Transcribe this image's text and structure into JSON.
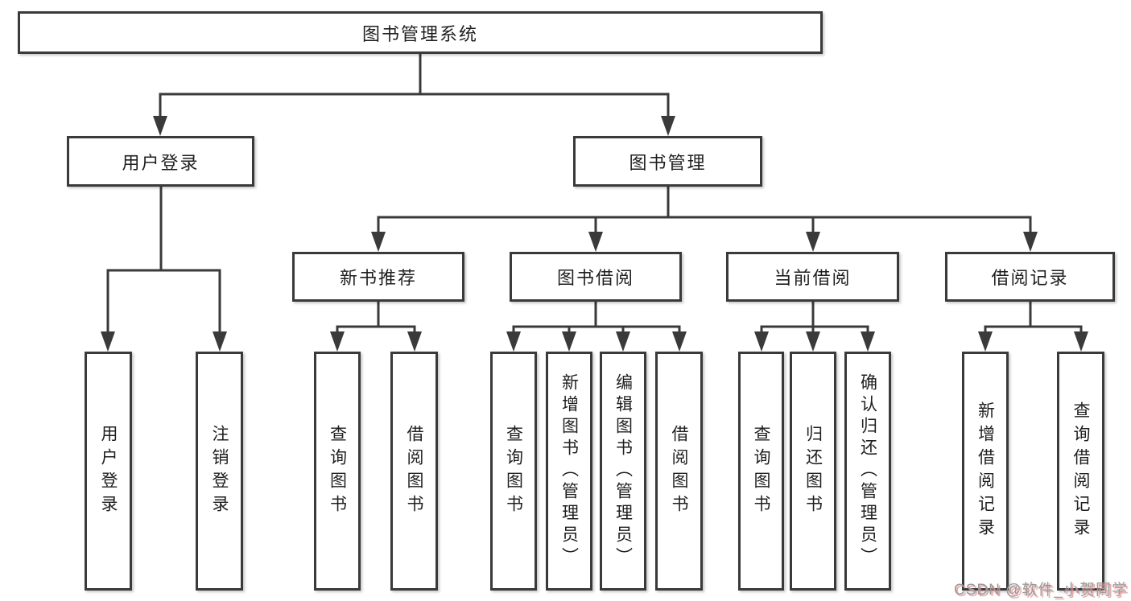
{
  "colors": {
    "line": "#3a3a3a",
    "box_border": "#3a3a3a",
    "text": "#1f1f1f",
    "background": "#ffffff",
    "watermark_text": "#9b9b9b",
    "watermark_shadow": "#e08f8f"
  },
  "diagram": {
    "type": "tree",
    "root": {
      "id": "library-management-system",
      "label": "图书管理系统"
    },
    "level2": [
      {
        "id": "user-login",
        "label": "用户登录",
        "parent": "library-management-system"
      },
      {
        "id": "book-management",
        "label": "图书管理",
        "parent": "library-management-system"
      }
    ],
    "level3": [
      {
        "id": "new-book-recommend",
        "label": "新书推荐",
        "parent": "book-management"
      },
      {
        "id": "book-borrow",
        "label": "图书借阅",
        "parent": "book-management"
      },
      {
        "id": "current-borrow",
        "label": "当前借阅",
        "parent": "book-management"
      },
      {
        "id": "borrow-records",
        "label": "借阅记录",
        "parent": "book-management"
      }
    ],
    "leaves": [
      {
        "id": "user-login-leaf",
        "label": "用户登录",
        "parent": "user-login"
      },
      {
        "id": "logout-leaf",
        "label": "注销登录",
        "parent": "user-login"
      },
      {
        "id": "query-books-recommend",
        "label": "查询图书",
        "parent": "new-book-recommend"
      },
      {
        "id": "borrow-books-recommend",
        "label": "借阅图书",
        "parent": "new-book-recommend"
      },
      {
        "id": "query-books-borrow",
        "label": "查询图书",
        "parent": "book-borrow"
      },
      {
        "id": "add-books-admin",
        "label": "新增图书（管理员）",
        "parent": "book-borrow"
      },
      {
        "id": "edit-books-admin",
        "label": "编辑图书（管理员）",
        "parent": "book-borrow"
      },
      {
        "id": "borrow-books-borrow",
        "label": "借阅图书",
        "parent": "book-borrow"
      },
      {
        "id": "query-books-current",
        "label": "查询图书",
        "parent": "current-borrow"
      },
      {
        "id": "return-books",
        "label": "归还图书",
        "parent": "current-borrow"
      },
      {
        "id": "confirm-return-admin",
        "label": "确认归还（管理员）",
        "parent": "current-borrow"
      },
      {
        "id": "add-borrow-record",
        "label": "新增借阅记录",
        "parent": "borrow-records"
      },
      {
        "id": "query-borrow-record",
        "label": "查询借阅记录",
        "parent": "borrow-records"
      }
    ]
  },
  "watermark": {
    "text": "CSDN @软件_小贺同学"
  }
}
